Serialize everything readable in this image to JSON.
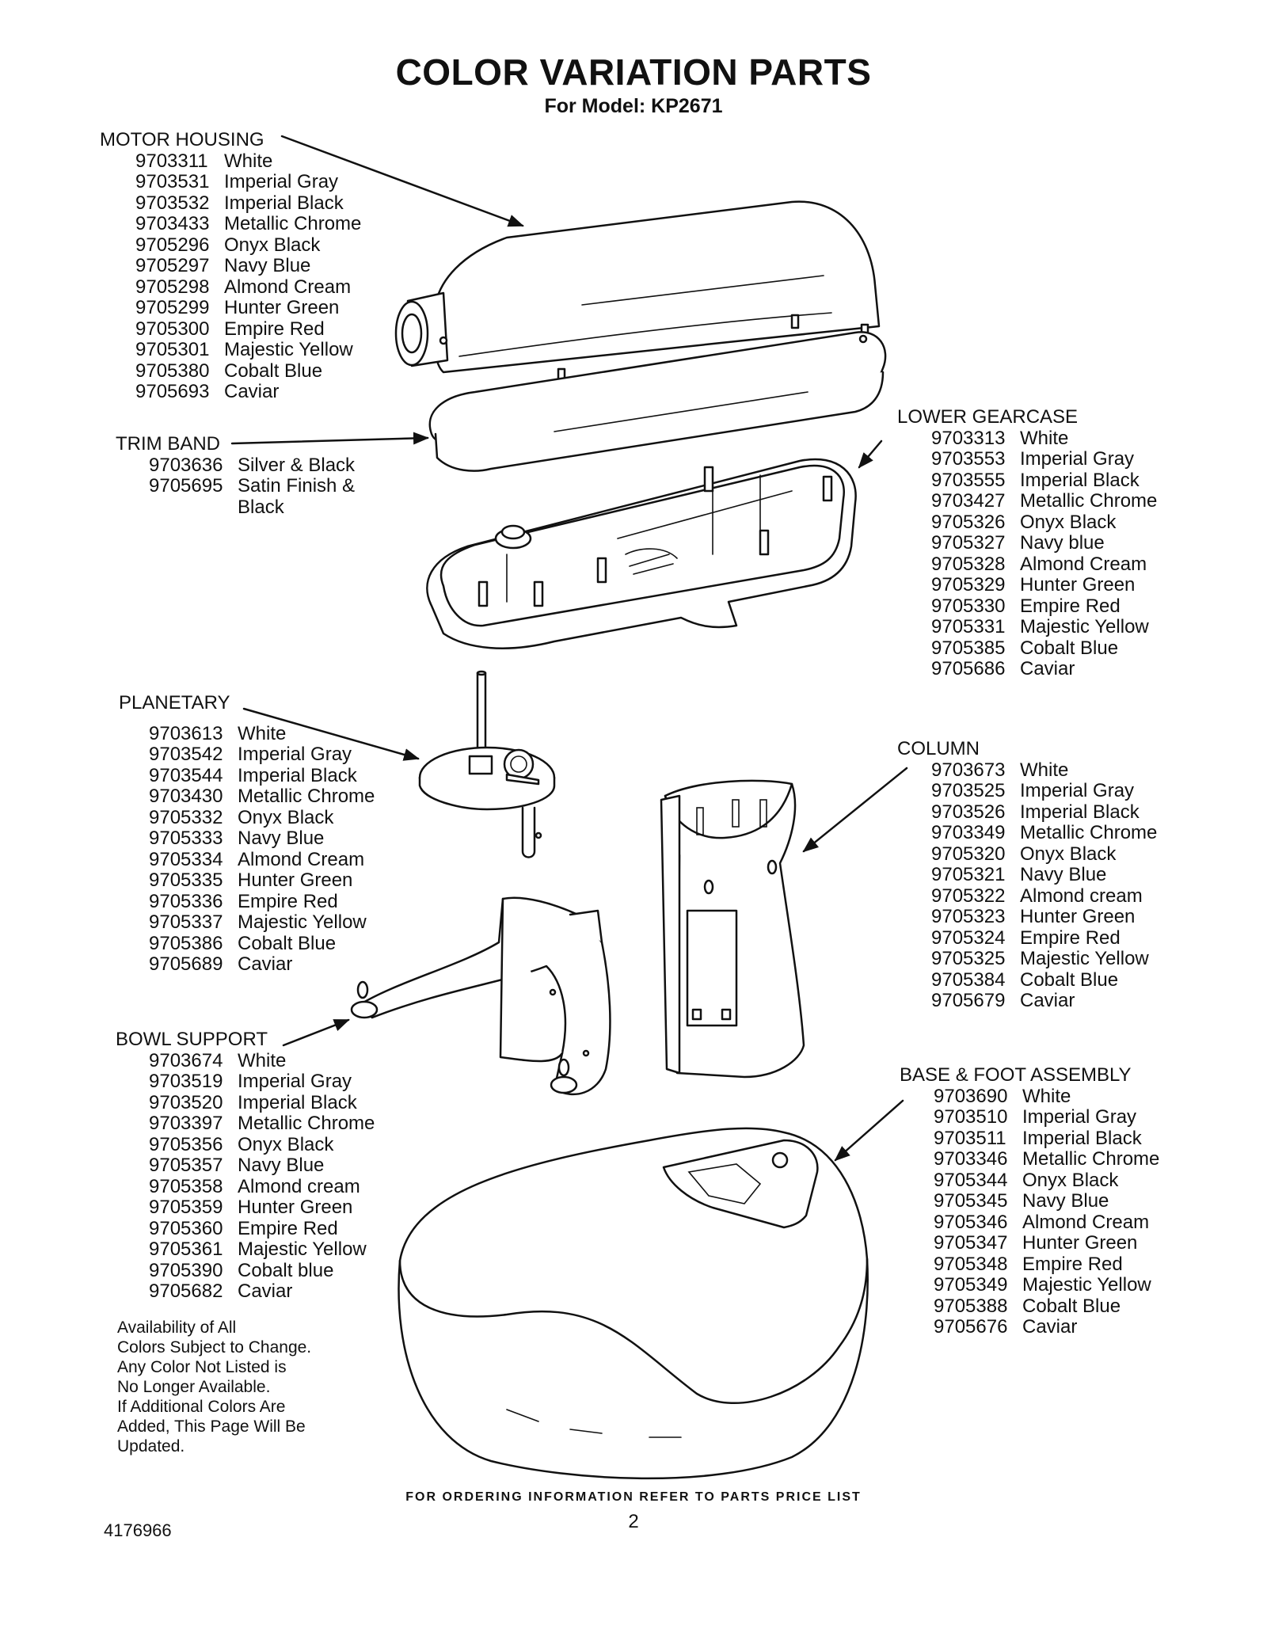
{
  "header": {
    "title": "COLOR VARIATION PARTS",
    "subtitle": "For Model: KP2671"
  },
  "groups": {
    "motor_housing": {
      "heading": "MOTOR HOUSING",
      "parts": [
        {
          "number": "9703311",
          "color": "White"
        },
        {
          "number": "9703531",
          "color": "Imperial Gray"
        },
        {
          "number": "9703532",
          "color": "Imperial Black"
        },
        {
          "number": "9703433",
          "color": "Metallic Chrome"
        },
        {
          "number": "9705296",
          "color": "Onyx Black"
        },
        {
          "number": "9705297",
          "color": "Navy Blue"
        },
        {
          "number": "9705298",
          "color": "Almond Cream"
        },
        {
          "number": "9705299",
          "color": "Hunter Green"
        },
        {
          "number": "9705300",
          "color": "Empire Red"
        },
        {
          "number": "9705301",
          "color": "Majestic Yellow"
        },
        {
          "number": "9705380",
          "color": "Cobalt Blue"
        },
        {
          "number": "9705693",
          "color": "Caviar"
        }
      ]
    },
    "trim_band": {
      "heading": "TRIM BAND",
      "parts": [
        {
          "number": "9703636",
          "color": "Silver & Black"
        },
        {
          "number": "9705695",
          "color": "Satin Finish &"
        }
      ],
      "continuation": "Black"
    },
    "planetary": {
      "heading": "PLANETARY",
      "parts": [
        {
          "number": "9703613",
          "color": "White"
        },
        {
          "number": "9703542",
          "color": "Imperial Gray"
        },
        {
          "number": "9703544",
          "color": "Imperial Black"
        },
        {
          "number": "9703430",
          "color": "Metallic Chrome"
        },
        {
          "number": "9705332",
          "color": "Onyx Black"
        },
        {
          "number": "9705333",
          "color": "Navy Blue"
        },
        {
          "number": "9705334",
          "color": "Almond Cream"
        },
        {
          "number": "9705335",
          "color": "Hunter Green"
        },
        {
          "number": "9705336",
          "color": "Empire Red"
        },
        {
          "number": "9705337",
          "color": "Majestic Yellow"
        },
        {
          "number": "9705386",
          "color": "Cobalt Blue"
        },
        {
          "number": "9705689",
          "color": "Caviar"
        }
      ]
    },
    "bowl_support": {
      "heading": "BOWL SUPPORT",
      "parts": [
        {
          "number": "9703674",
          "color": "White"
        },
        {
          "number": "9703519",
          "color": "Imperial Gray"
        },
        {
          "number": "9703520",
          "color": "Imperial Black"
        },
        {
          "number": "9703397",
          "color": "Metallic Chrome"
        },
        {
          "number": "9705356",
          "color": "Onyx Black"
        },
        {
          "number": "9705357",
          "color": "Navy Blue"
        },
        {
          "number": "9705358",
          "color": "Almond cream"
        },
        {
          "number": "9705359",
          "color": "Hunter Green"
        },
        {
          "number": "9705360",
          "color": "Empire Red"
        },
        {
          "number": "9705361",
          "color": "Majestic Yellow"
        },
        {
          "number": "9705390",
          "color": "Cobalt blue"
        },
        {
          "number": "9705682",
          "color": "Caviar"
        }
      ]
    },
    "lower_gearcase": {
      "heading": "LOWER GEARCASE",
      "parts": [
        {
          "number": "9703313",
          "color": "White"
        },
        {
          "number": "9703553",
          "color": "Imperial Gray"
        },
        {
          "number": "9703555",
          "color": "Imperial Black"
        },
        {
          "number": "9703427",
          "color": "Metallic Chrome"
        },
        {
          "number": "9705326",
          "color": "Onyx Black"
        },
        {
          "number": "9705327",
          "color": "Navy blue"
        },
        {
          "number": "9705328",
          "color": "Almond Cream"
        },
        {
          "number": "9705329",
          "color": "Hunter Green"
        },
        {
          "number": "9705330",
          "color": "Empire Red"
        },
        {
          "number": "9705331",
          "color": "Majestic Yellow"
        },
        {
          "number": "9705385",
          "color": "Cobalt Blue"
        },
        {
          "number": "9705686",
          "color": "Caviar"
        }
      ]
    },
    "column": {
      "heading": "COLUMN",
      "parts": [
        {
          "number": "9703673",
          "color": "White"
        },
        {
          "number": "9703525",
          "color": "Imperial Gray"
        },
        {
          "number": "9703526",
          "color": "Imperial Black"
        },
        {
          "number": "9703349",
          "color": "Metallic Chrome"
        },
        {
          "number": "9705320",
          "color": "Onyx Black"
        },
        {
          "number": "9705321",
          "color": "Navy Blue"
        },
        {
          "number": "9705322",
          "color": "Almond cream"
        },
        {
          "number": "9705323",
          "color": "Hunter Green"
        },
        {
          "number": "9705324",
          "color": "Empire Red"
        },
        {
          "number": "9705325",
          "color": "Majestic Yellow"
        },
        {
          "number": "9705384",
          "color": "Cobalt Blue"
        },
        {
          "number": "9705679",
          "color": "Caviar"
        }
      ]
    },
    "base_foot": {
      "heading": "BASE & FOOT ASSEMBLY",
      "parts": [
        {
          "number": "9703690",
          "color": "White"
        },
        {
          "number": "9703510",
          "color": "Imperial Gray"
        },
        {
          "number": "9703511",
          "color": "Imperial Black"
        },
        {
          "number": "9703346",
          "color": "Metallic Chrome"
        },
        {
          "number": "9705344",
          "color": "Onyx Black"
        },
        {
          "number": "9705345",
          "color": "Navy Blue"
        },
        {
          "number": "9705346",
          "color": "Almond Cream"
        },
        {
          "number": "9705347",
          "color": "Hunter Green"
        },
        {
          "number": "9705348",
          "color": "Empire Red"
        },
        {
          "number": "9705349",
          "color": "Majestic Yellow"
        },
        {
          "number": "9705388",
          "color": "Cobalt Blue"
        },
        {
          "number": "9705676",
          "color": "Caviar"
        }
      ]
    }
  },
  "note": [
    "Availability of All",
    "Colors Subject to Change.",
    "Any Color Not Listed is",
    "No Longer Available.",
    "If Additional Colors Are",
    "Added, This Page Will Be",
    "Updated."
  ],
  "footer": {
    "ordering_info": "FOR ORDERING INFORMATION REFER TO PARTS PRICE LIST",
    "page_number": "2",
    "document_number": "4176966"
  }
}
